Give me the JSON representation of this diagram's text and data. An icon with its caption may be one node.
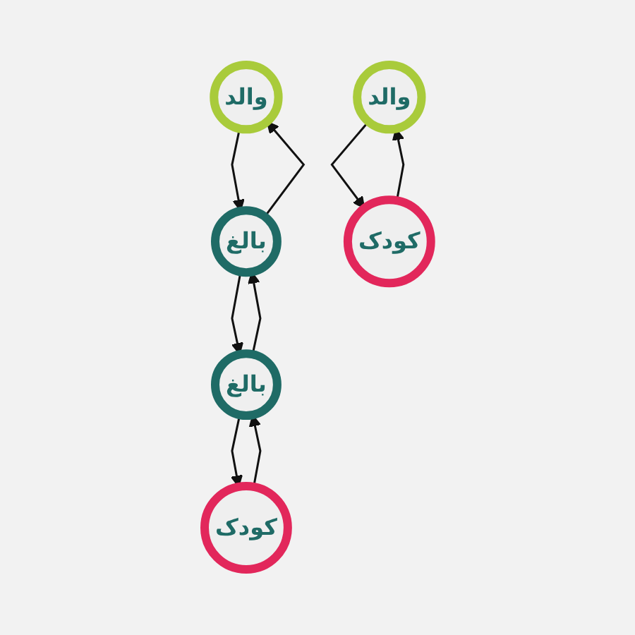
{
  "diagram": {
    "nodes": [
      {
        "text": [
          "والد"
        ]
      },
      {
        "text": [
          "والد"
        ]
      },
      {
        "text": [
          "بالغ"
        ]
      },
      {
        "text": [
          "بالغ"
        ]
      },
      {
        "text": [
          "کودک"
        ]
      },
      {
        "text": [
          "کودک"
        ]
      }
    ],
    "edges": [
      {
        "from": 2,
        "to": 1,
        "arrow": "to"
      },
      {
        "from": 1,
        "to": 2,
        "arrow": "to"
      },
      {
        "from": 2,
        "to": 3,
        "arrow": "to"
      },
      {
        "from": 3,
        "to": 2,
        "arrow": "to"
      },
      {
        "from": 0,
        "to": 5,
        "arrow": "to"
      },
      {
        "from": 5,
        "to": 0,
        "arrow": "to"
      },
      {
        "from": 3,
        "to": 4,
        "arrow": "to"
      },
      {
        "from": 4,
        "to": 3,
        "arrow": "to"
      }
    ]
  }
}
